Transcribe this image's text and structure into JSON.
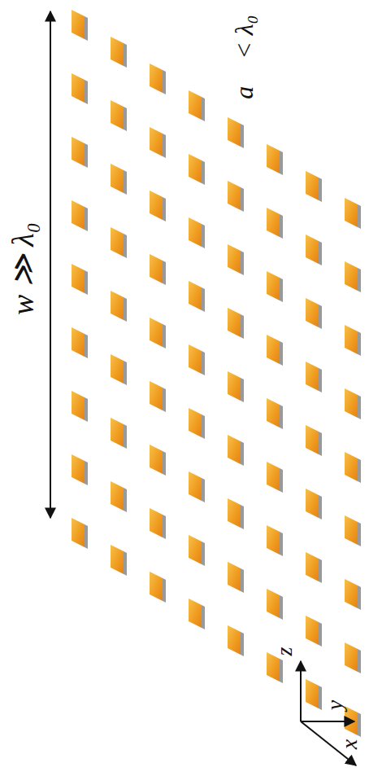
{
  "diagram": {
    "labels": [
      "w ≫ λ₀",
      "a⃗ < λ₀",
      "z",
      "y",
      "x"
    ]
  }
}
